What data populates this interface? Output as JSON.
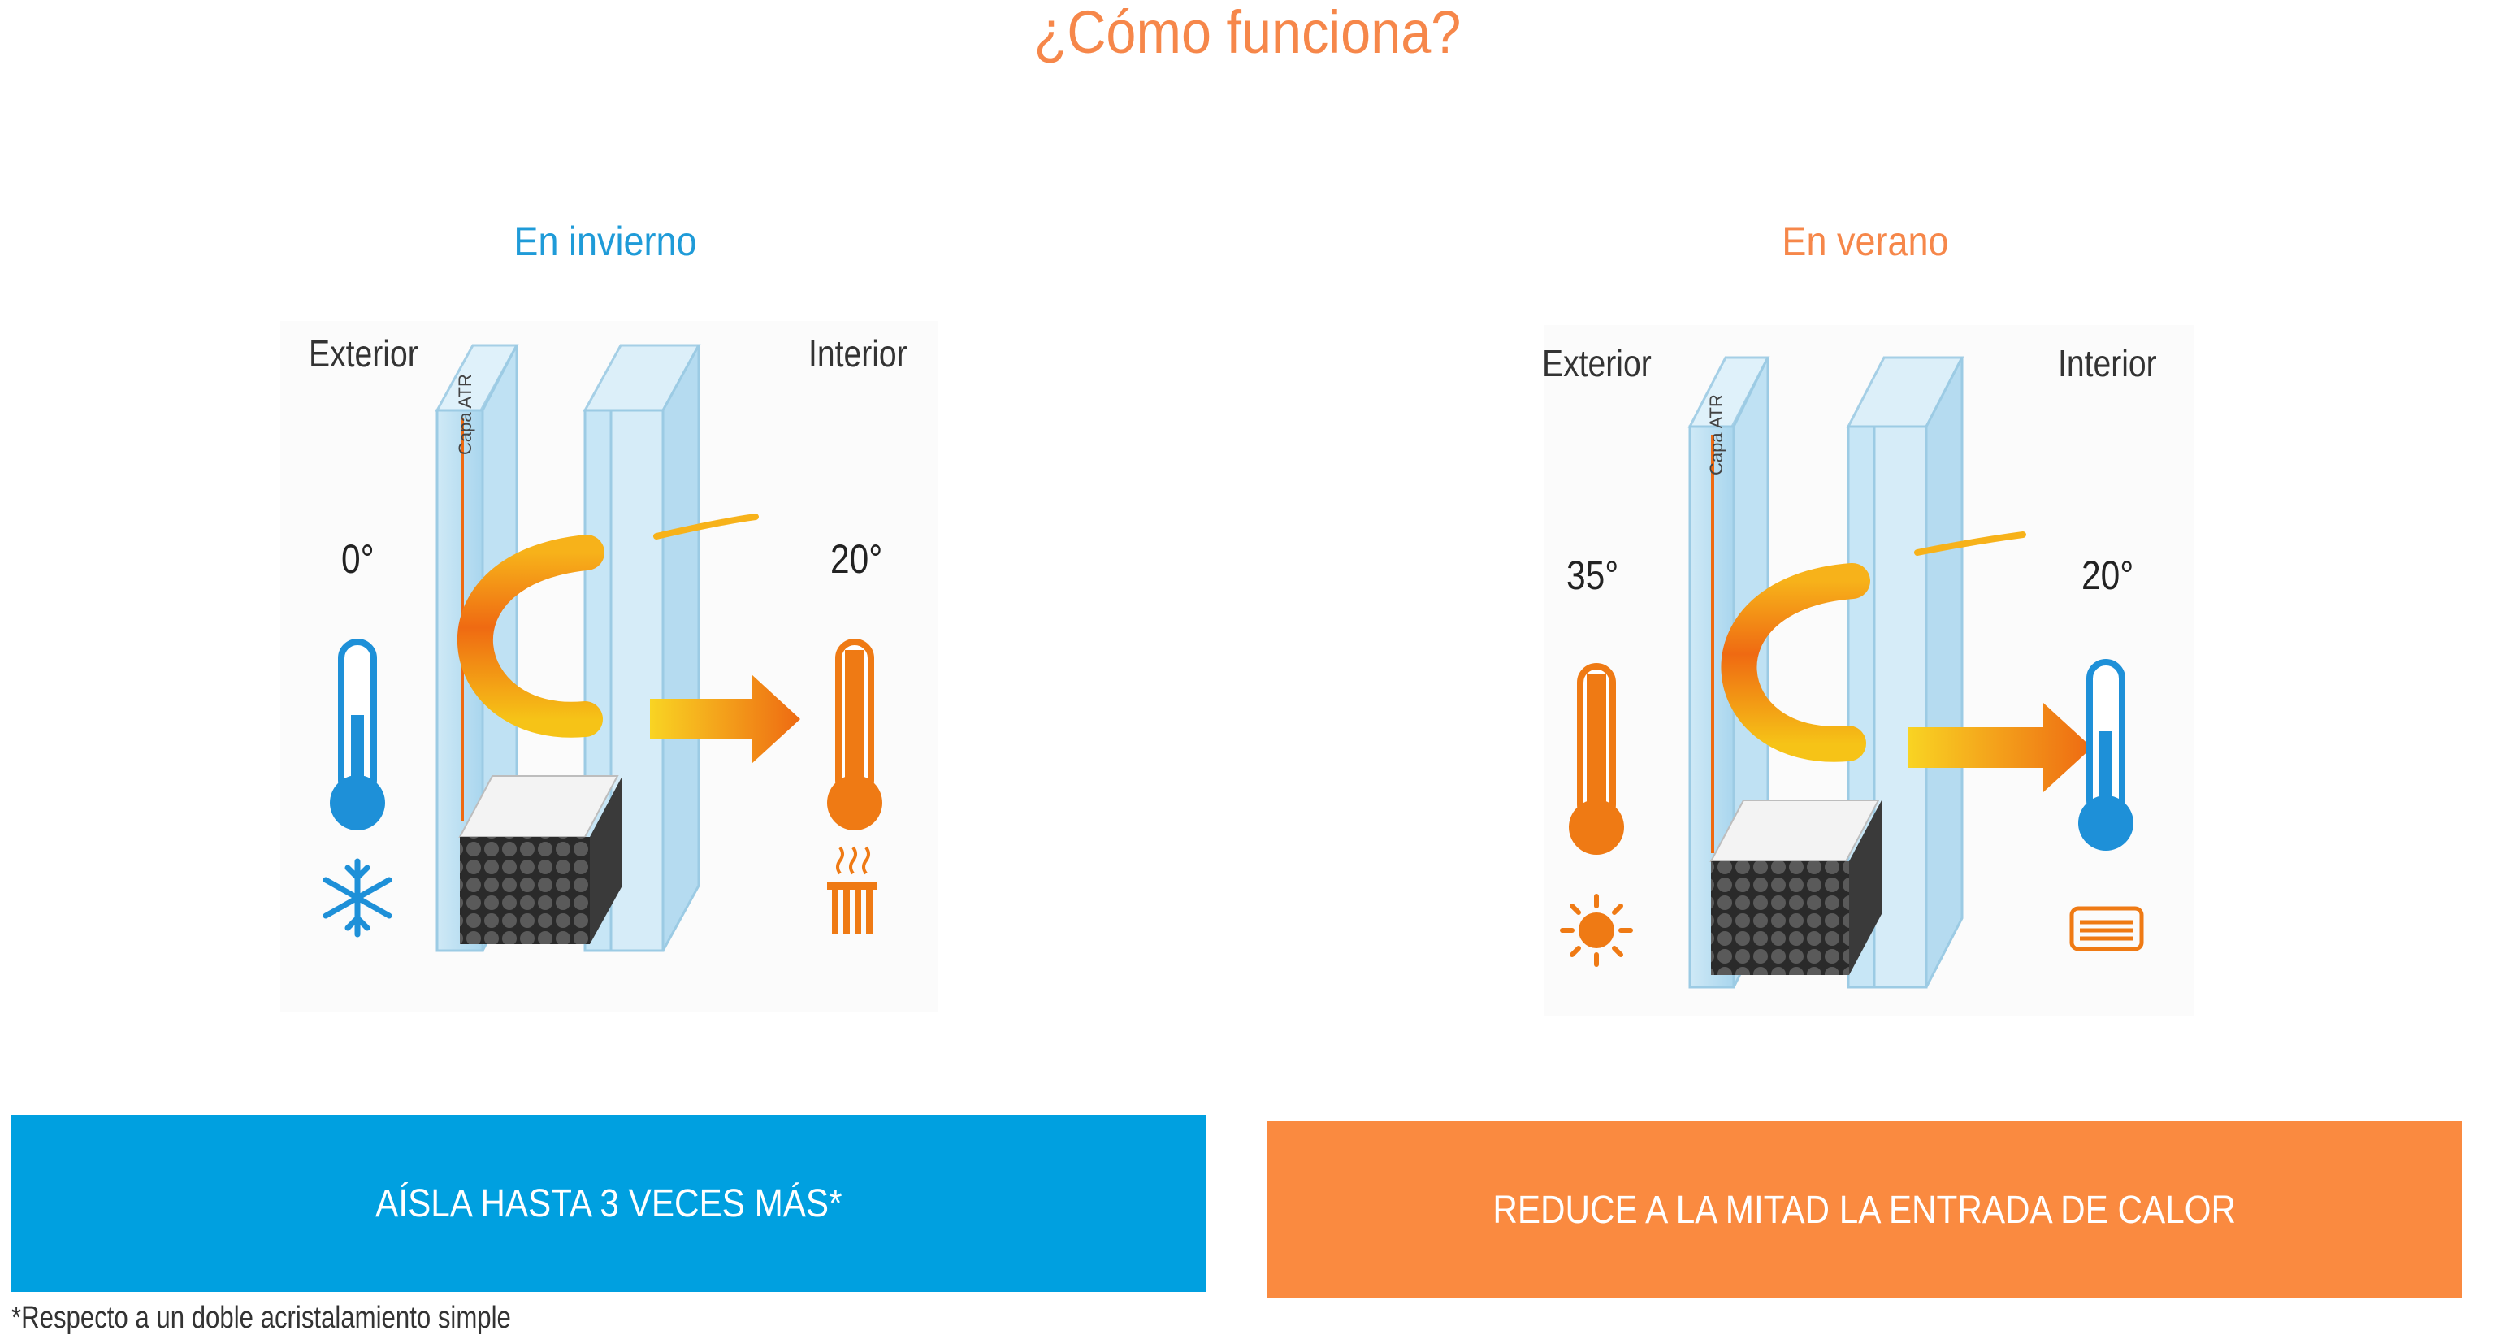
{
  "title": "¿Cómo funciona?",
  "colors": {
    "title": "#f6874a",
    "winter": "#1f9bd8",
    "summer": "#f6874a",
    "banner_blue": "#00a0e0",
    "banner_orange": "#fa8a40",
    "cold_thermometer": "#1e90d8",
    "hot_thermometer": "#ef7a14"
  },
  "winter": {
    "title": "En invierno",
    "exterior_label": "Exterior",
    "interior_label": "Interior",
    "exterior_temp": "0°",
    "interior_temp": "20°",
    "layer_label": "Capa ATR",
    "exterior_icon": "snowflake-icon",
    "interior_icon": "radiator-icon",
    "banner": "AÍSLA HASTA 3 VECES MÁS*"
  },
  "summer": {
    "title": "En verano",
    "exterior_label": "Exterior",
    "interior_label": "Interior",
    "exterior_temp": "35°",
    "interior_temp": "20°",
    "layer_label": "Capa ATR",
    "exterior_icon": "sun-icon",
    "interior_icon": "air-conditioner-icon",
    "banner": "REDUCE A LA MITAD LA ENTRADA DE CALOR"
  },
  "footnote": "*Respecto a un doble acristalamiento simple"
}
